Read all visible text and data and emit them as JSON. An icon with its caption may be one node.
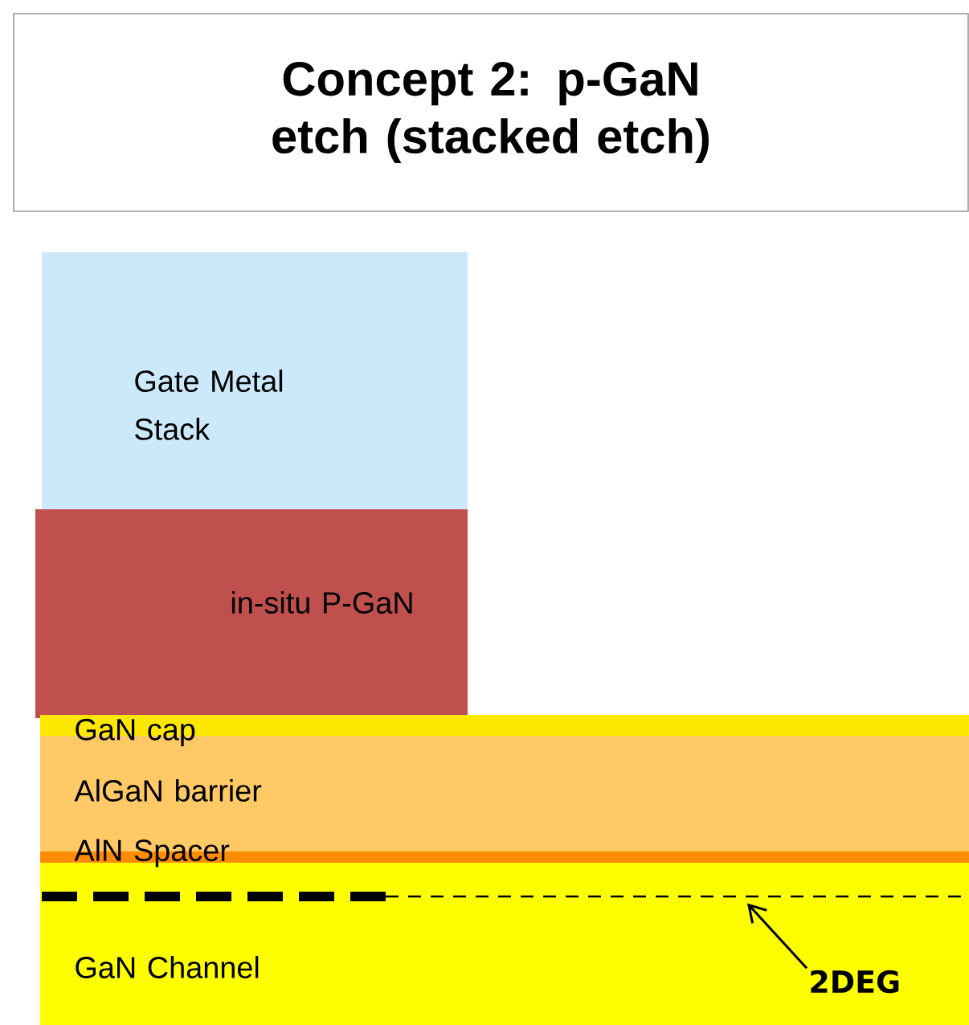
{
  "diagram": {
    "title": "Concept 2: p-GaN etch (stacked etch)",
    "nodes": [
      {
        "text": [
          "Gate Metal Stack"
        ]
      },
      {
        "text": [
          "in-situ P-GaN"
        ]
      },
      {
        "text": [
          "GaN cap"
        ]
      },
      {
        "text": [
          "AlGaN barrier"
        ]
      },
      {
        "text": [
          "AlN Spacer"
        ]
      },
      {
        "text": [
          "GaN Channel"
        ]
      },
      {
        "text": [],
        "shape": "bar",
        "in": 5
      },
      {
        "text": [
          "2DEG"
        ],
        "in": 5
      }
    ],
    "edges": [
      {
        "from": 7,
        "to": 6,
        "arrow": "to"
      }
    ]
  }
}
